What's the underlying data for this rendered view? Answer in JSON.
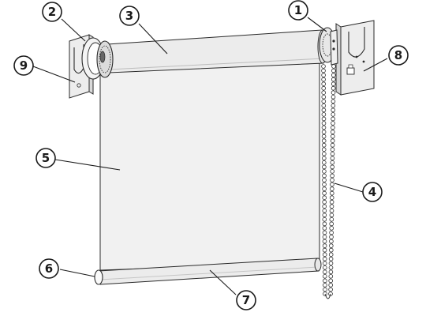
{
  "diagram": {
    "callouts": [
      {
        "id": "1",
        "label": "1",
        "target": "chain-control-mechanism"
      },
      {
        "id": "2",
        "label": "2",
        "target": "idle-end-plug"
      },
      {
        "id": "3",
        "label": "3",
        "target": "roller-tube"
      },
      {
        "id": "4",
        "label": "4",
        "target": "bead-chain"
      },
      {
        "id": "5",
        "label": "5",
        "target": "fabric-panel"
      },
      {
        "id": "6",
        "label": "6",
        "target": "bottom-rail-end-cap"
      },
      {
        "id": "7",
        "label": "7",
        "target": "bottom-rail"
      },
      {
        "id": "8",
        "label": "8",
        "target": "right-bracket"
      },
      {
        "id": "9",
        "label": "9",
        "target": "left-bracket"
      }
    ]
  },
  "colors": {
    "stroke": "#1a1a1a",
    "fabric": "#f1f1f1",
    "tube": "#ececec",
    "metal": "#e2e2e2",
    "background": "#ffffff"
  }
}
